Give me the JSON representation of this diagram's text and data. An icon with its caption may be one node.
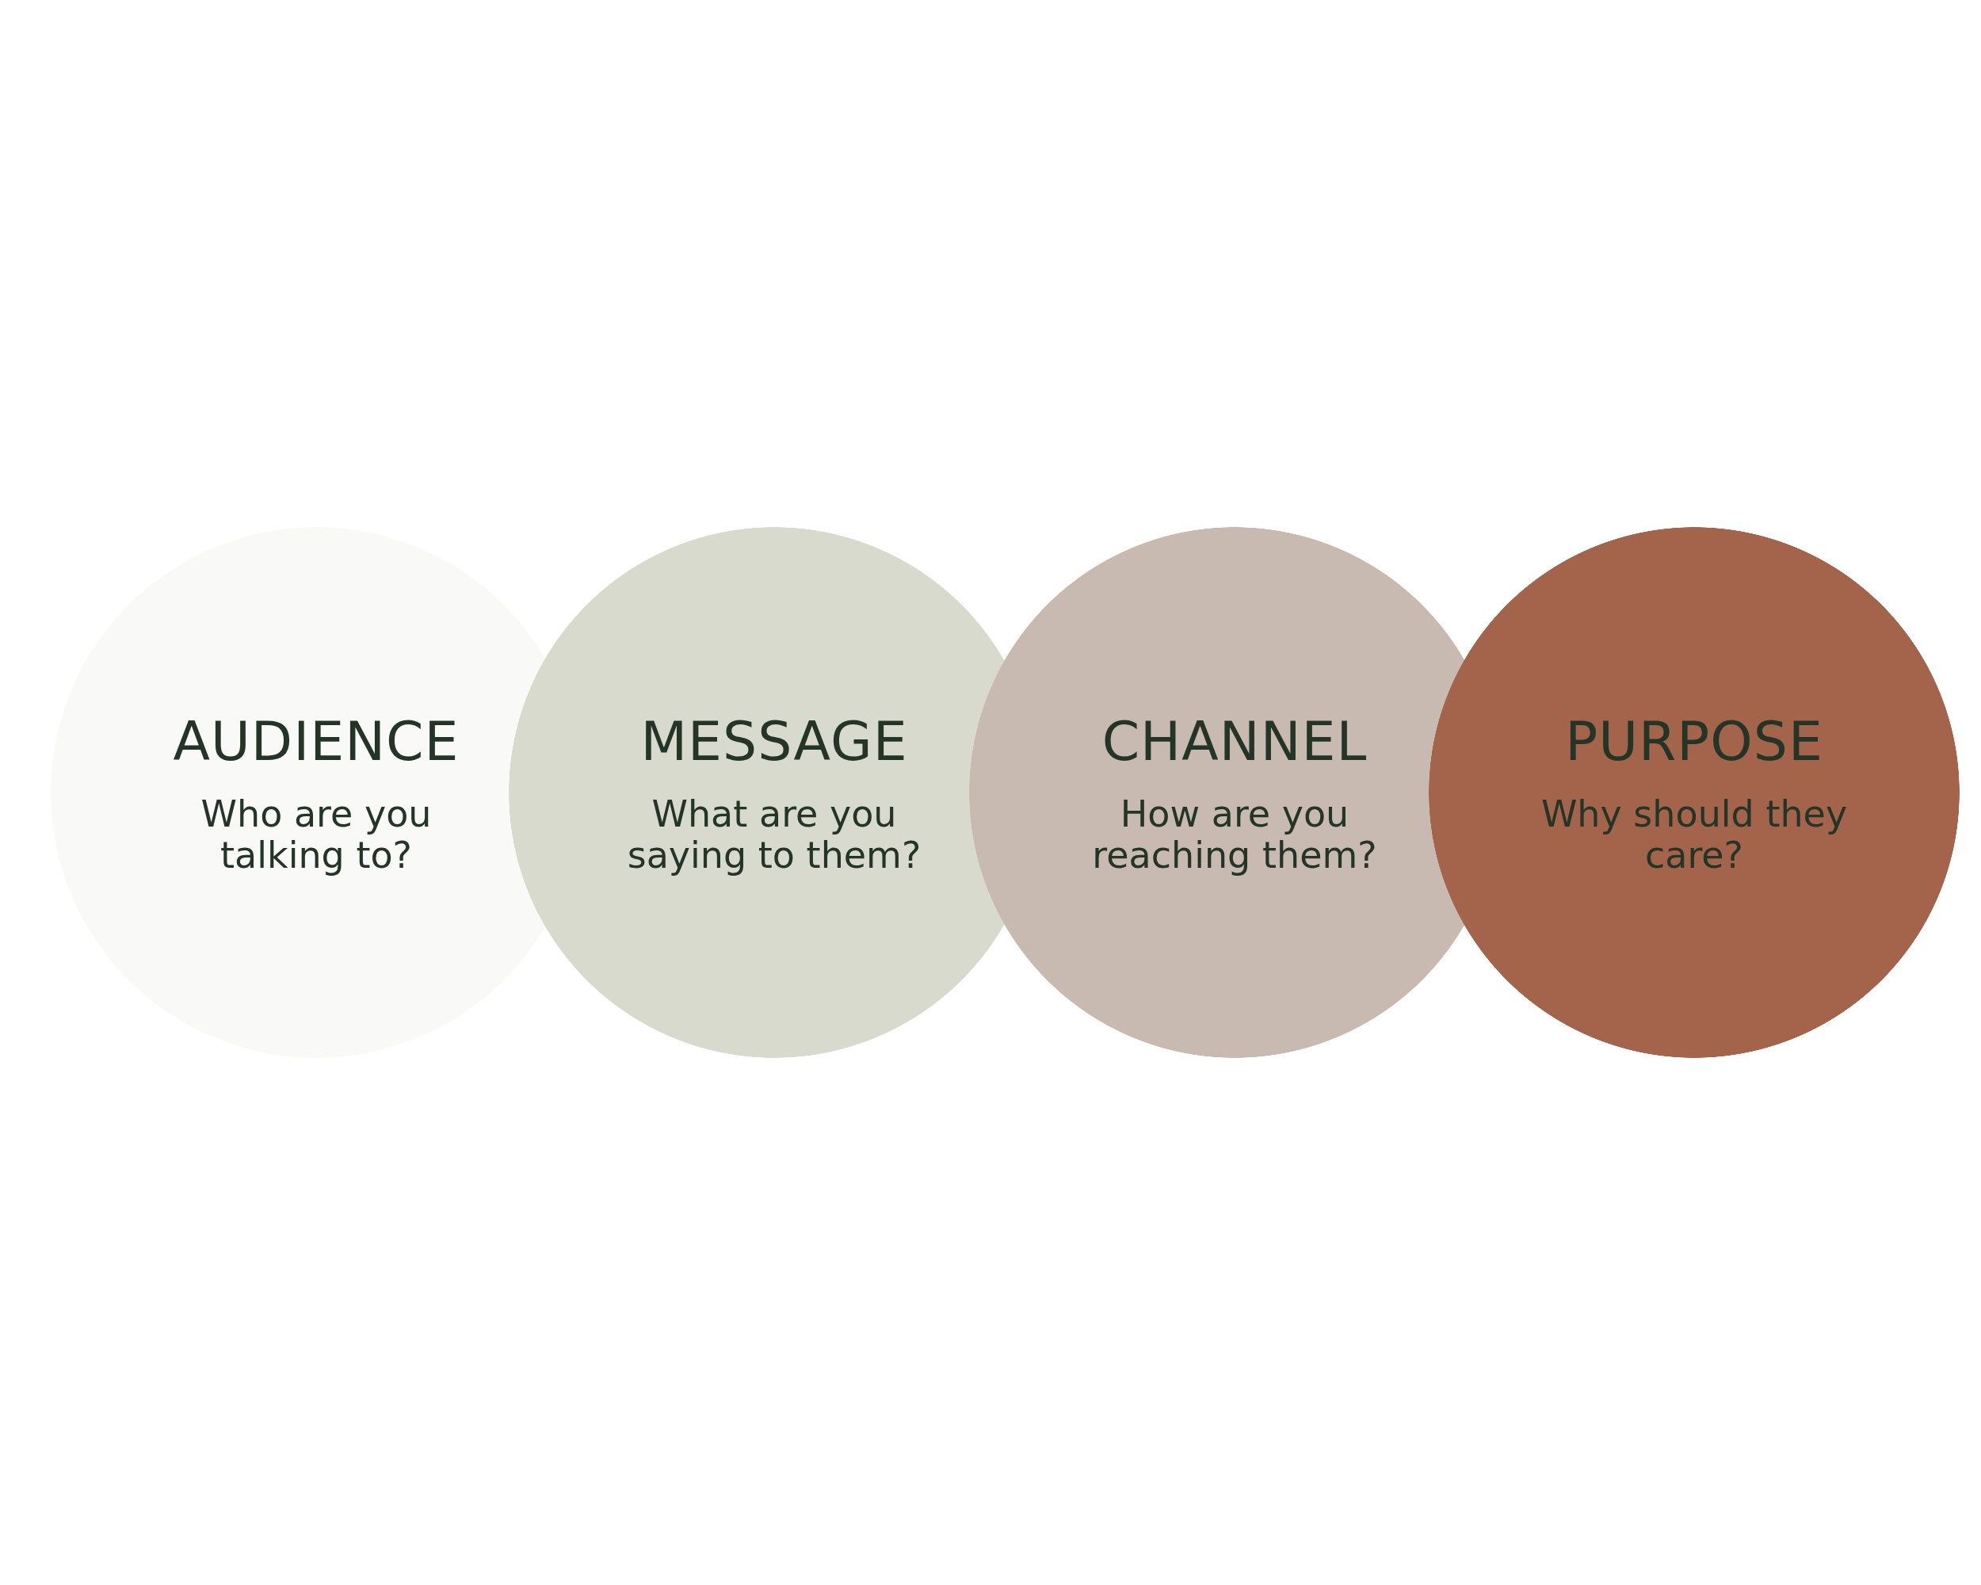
{
  "diagram": {
    "nodes": [
      {
        "text": [
          "AUDIENCE",
          "Who are you talking to?"
        ]
      },
      {
        "text": [
          "MESSAGE",
          "What are you saying to them?"
        ]
      },
      {
        "text": [
          "CHANNEL",
          "How are you reaching them?"
        ]
      },
      {
        "text": [
          "PURPOSE",
          "Why should they care?"
        ]
      }
    ]
  }
}
